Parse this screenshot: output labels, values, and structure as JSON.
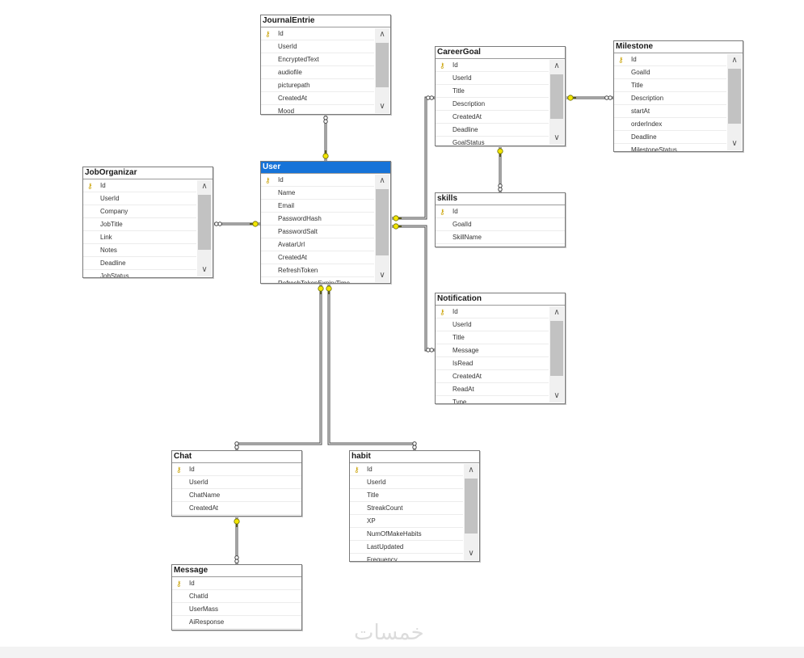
{
  "diagram": {
    "tables": [
      {
        "id": "journal",
        "title": "JournalEntrie",
        "fields": [
          {
            "name": "Id",
            "pk": true
          },
          {
            "name": "UserId"
          },
          {
            "name": "EncryptedText"
          },
          {
            "name": "audiofile"
          },
          {
            "name": "picturepath"
          },
          {
            "name": "CreatedAt"
          },
          {
            "name": "Mood"
          }
        ]
      },
      {
        "id": "careergoal",
        "title": "CareerGoal",
        "fields": [
          {
            "name": "Id",
            "pk": true
          },
          {
            "name": "UserId"
          },
          {
            "name": "Title"
          },
          {
            "name": "Description"
          },
          {
            "name": "CreatedAt"
          },
          {
            "name": "Deadline"
          },
          {
            "name": "GoalStatus"
          }
        ]
      },
      {
        "id": "milestone",
        "title": "Milestone",
        "fields": [
          {
            "name": "Id",
            "pk": true
          },
          {
            "name": "GoalId"
          },
          {
            "name": "Title"
          },
          {
            "name": "Description"
          },
          {
            "name": "startAt"
          },
          {
            "name": "orderIndex"
          },
          {
            "name": "Deadline"
          },
          {
            "name": "MilestoneStatus"
          }
        ]
      },
      {
        "id": "joborg",
        "title": "JobOrganizar",
        "fields": [
          {
            "name": "Id",
            "pk": true
          },
          {
            "name": "UserId"
          },
          {
            "name": "Company"
          },
          {
            "name": "JobTitle"
          },
          {
            "name": "Link"
          },
          {
            "name": "Notes"
          },
          {
            "name": "Deadline"
          },
          {
            "name": "JobStatus"
          }
        ]
      },
      {
        "id": "user",
        "title": "User",
        "selected": true,
        "fields": [
          {
            "name": "Id",
            "pk": true
          },
          {
            "name": "Name"
          },
          {
            "name": "Email"
          },
          {
            "name": "PasswordHash"
          },
          {
            "name": "PasswordSalt"
          },
          {
            "name": "AvatarUrl"
          },
          {
            "name": "CreatedAt"
          },
          {
            "name": "RefreshToken"
          },
          {
            "name": "RefreshTokenExpiryTime"
          }
        ]
      },
      {
        "id": "skills",
        "title": "skills",
        "fields": [
          {
            "name": "Id",
            "pk": true
          },
          {
            "name": "GoalId"
          },
          {
            "name": "SkillName"
          }
        ]
      },
      {
        "id": "notification",
        "title": "Notification",
        "fields": [
          {
            "name": "Id",
            "pk": true
          },
          {
            "name": "UserId"
          },
          {
            "name": "Title"
          },
          {
            "name": "Message"
          },
          {
            "name": "IsRead"
          },
          {
            "name": "CreatedAt"
          },
          {
            "name": "ReadAt"
          },
          {
            "name": "Type"
          }
        ]
      },
      {
        "id": "chat",
        "title": "Chat",
        "fields": [
          {
            "name": "Id",
            "pk": true
          },
          {
            "name": "UserId"
          },
          {
            "name": "ChatName"
          },
          {
            "name": "CreatedAt"
          }
        ]
      },
      {
        "id": "habit",
        "title": "habit",
        "fields": [
          {
            "name": "Id",
            "pk": true
          },
          {
            "name": "UserId"
          },
          {
            "name": "Title"
          },
          {
            "name": "StreakCount"
          },
          {
            "name": "XP"
          },
          {
            "name": "NumOfMakeHabits"
          },
          {
            "name": "LastUpdated"
          },
          {
            "name": "Frequency"
          }
        ]
      },
      {
        "id": "message",
        "title": "Message",
        "fields": [
          {
            "name": "Id",
            "pk": true
          },
          {
            "name": "ChatId"
          },
          {
            "name": "UserMass"
          },
          {
            "name": "AiResponse"
          }
        ]
      }
    ],
    "relationships": [
      {
        "one": "user",
        "many": "journal"
      },
      {
        "one": "user",
        "many": "joborg"
      },
      {
        "one": "user",
        "many": "careergoal"
      },
      {
        "one": "user",
        "many": "notification"
      },
      {
        "one": "user",
        "many": "chat"
      },
      {
        "one": "user",
        "many": "habit"
      },
      {
        "one": "careergoal",
        "many": "milestone"
      },
      {
        "one": "careergoal",
        "many": "skills"
      },
      {
        "one": "chat",
        "many": "message"
      }
    ]
  },
  "icons": {
    "key": "key-icon",
    "scroll_up": "chevron-up-icon",
    "scroll_down": "chevron-down-icon"
  },
  "colors": {
    "selected_header": "#1673d8",
    "key": "#c9a100",
    "line": "#444444"
  },
  "watermark": "خمسات"
}
